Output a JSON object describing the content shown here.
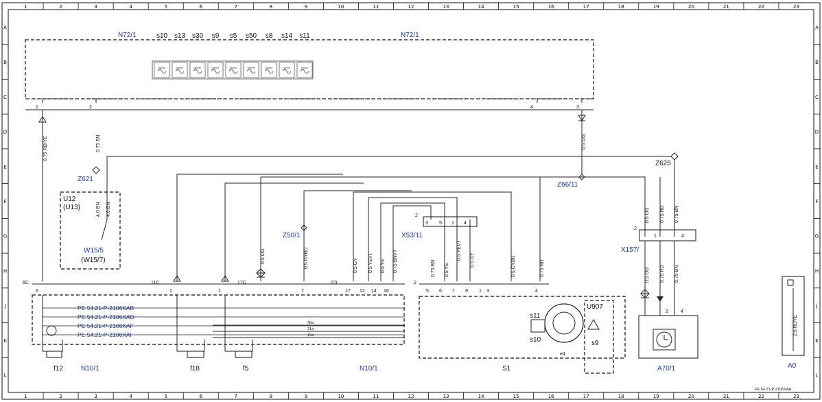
{
  "grid": {
    "columns": [
      "1",
      "2",
      "3",
      "4",
      "5",
      "6",
      "7",
      "8",
      "9",
      "10",
      "11",
      "12",
      "13",
      "14",
      "15",
      "16",
      "17",
      "18",
      "19",
      "20",
      "21",
      "22",
      "23"
    ],
    "rows": [
      "A",
      "B",
      "C",
      "D",
      "E",
      "F",
      "G",
      "H",
      "J",
      "K",
      "L"
    ]
  },
  "components": {
    "n72_left": "N72/1",
    "n72_right": "N72/1",
    "u12": "U12",
    "u12_alt": "(U13)",
    "w15": "W15/5",
    "w15_alt": "(W15/7)",
    "z621": "Z621",
    "z625": "Z625",
    "z66": "Z66/11",
    "z50": "Z50/1",
    "x53": "X53/11",
    "x157": "X157/",
    "n10_left": "N10/1",
    "n10_right": "N10/1",
    "s1": "S1",
    "a70": "A70/1",
    "u907": "U907",
    "s9": "s9",
    "s10": "s10",
    "s11": "s11",
    "e4": "e4",
    "f12": "f12",
    "f18": "f18",
    "f5": "f5",
    "a0": "A0"
  },
  "switch_labels": [
    "s10",
    "s13",
    "s30",
    "s9",
    "s5",
    "s50",
    "s8",
    "s14",
    "s11"
  ],
  "references": [
    "PE 54.21-P-2106XAB",
    "PE 54.21-P-2106XAD",
    "PE 54.21-P-2106XAF",
    "PE 54.21-P-2106XAI"
  ],
  "wires": {
    "rdye": "0.75 RD/YE",
    "bn1": "0.75 BN",
    "og1": "0.5 OG",
    "bn40a": "4.0 BN",
    "bn40b": "4.0 BN",
    "og2": "0.5 OG",
    "gybu": "0.5 GYBU",
    "gy1": "0.5 GY",
    "yevt1": "0.5 YEVT",
    "ye1": "0.5 YE",
    "bnvt": "0.75 BNVT",
    "bn2": "0.75 BN",
    "ye2": "0.5 YE",
    "yevt2": "0.5 YEVT",
    "gy2": "0.5 GY",
    "gybu2": "0.5 GYBU",
    "rd1": "0.75 RD",
    "og3": "0.5 OG",
    "rd2": "0.75 RD",
    "bn3": "0.75 BN",
    "og4": "0.5 OG",
    "rd3": "0.75 RD",
    "bn4": "0.75 BN"
  },
  "pins": {
    "n72_1": "1",
    "n72_2": "2",
    "n72_4": "4",
    "n72_3": "3",
    "x53_2": "2",
    "x53_3": "3",
    "x53_5": "5",
    "x53_1": "1",
    "x53_4": "4",
    "x157_2": "2",
    "x157_1": "1",
    "x157_4": "4",
    "n10_6": "6",
    "n10_1a": "1",
    "n10_1b": "1",
    "n10_7": "7",
    "n10_17": "17",
    "n10_12": "12",
    "n10_14": "14",
    "n10_16": "16",
    "s1_2": "2",
    "s1_5": "5",
    "s1_6": "6",
    "s1_7": "7",
    "s1_9": "9",
    "s1_1": "1",
    "s1_3": "3",
    "s1_4": "4",
    "a70_2": "2",
    "a70_4": "4",
    "c6": "6C",
    "c11": "11C",
    "c17": "17C",
    "c22": "22I"
  },
  "legend": {
    "text": "2.5 RDYE"
  },
  "footer": "PE 54.21-P-2106XAA",
  "colors": {
    "line": "#222222",
    "label_blue": "#1a3aa8"
  }
}
